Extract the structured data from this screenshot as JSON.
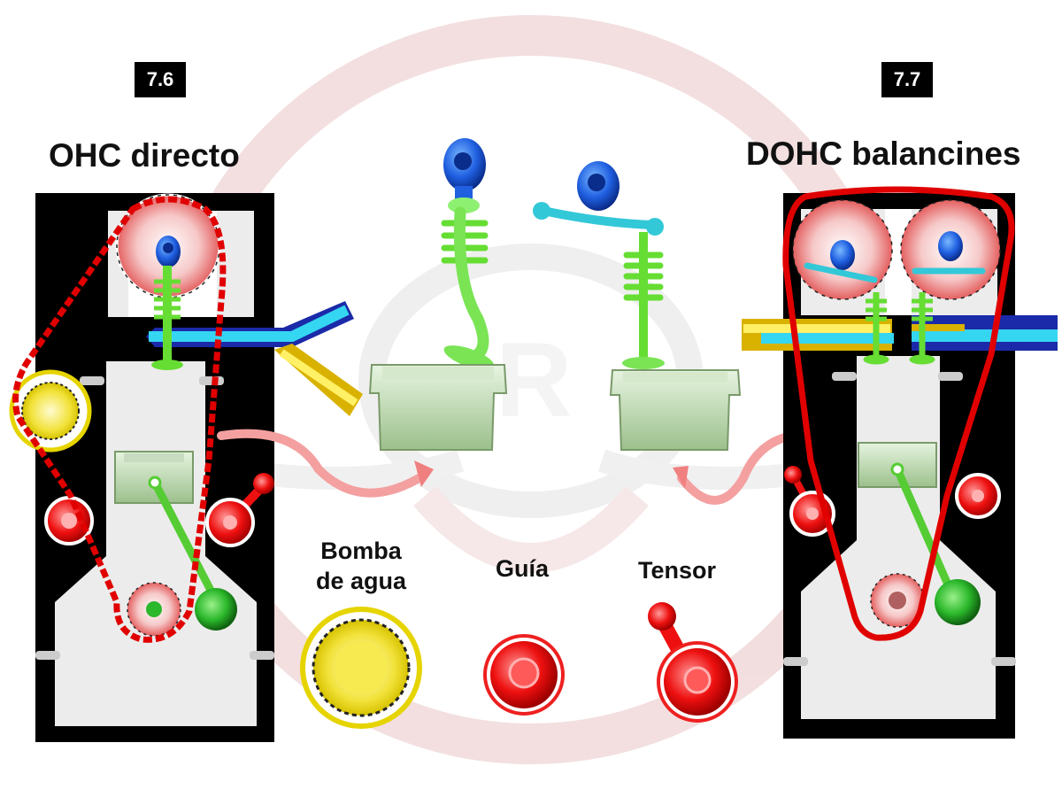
{
  "figures": {
    "left": {
      "number": "7.6",
      "title": "OHC directo"
    },
    "right": {
      "number": "7.7",
      "title": "DOHC balancines"
    }
  },
  "legend": {
    "water_pump": {
      "line1": "Bomba",
      "line2": "de agua"
    },
    "guide": "Guía",
    "tensioner": "Tensor"
  },
  "colors": {
    "belt": "#e00000",
    "valve": "#66dd33",
    "cam": "#1a4fd6",
    "rocker": "#33c8d8",
    "water_pump": "#f0e020",
    "coolant": "#30d8f0",
    "block": "#000000",
    "watermark": "#e8c6c6"
  }
}
